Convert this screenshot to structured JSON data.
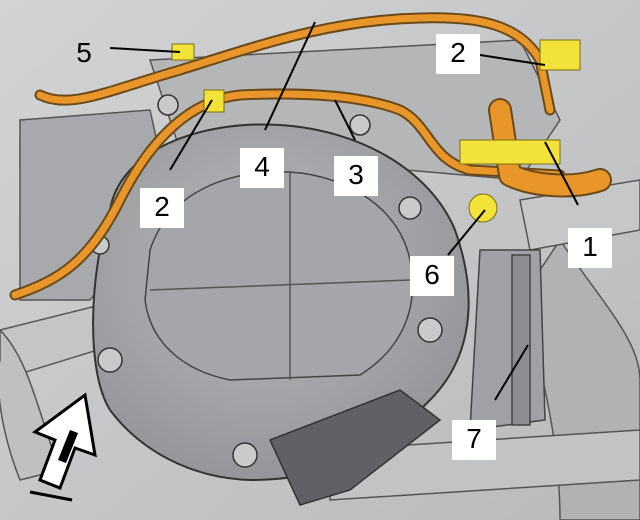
{
  "diagram": {
    "callouts": [
      {
        "id": "c1",
        "text": "1"
      },
      {
        "id": "c2a",
        "text": "2"
      },
      {
        "id": "c2b",
        "text": "2"
      },
      {
        "id": "c3",
        "text": "3"
      },
      {
        "id": "c4",
        "text": "4"
      },
      {
        "id": "c5",
        "text": "5"
      },
      {
        "id": "c6",
        "text": "6"
      },
      {
        "id": "c7",
        "text": "7"
      }
    ]
  },
  "colors": {
    "hose_orange": "#e8962a",
    "hose_outline": "#6b4a1a",
    "clip_yellow": "#f2e23a",
    "housing_gray": "#a9abad",
    "housing_dark": "#7d7f82",
    "background_gray": "#c8c9cb",
    "leader_line": "#000000",
    "label_bg": "#ffffff"
  },
  "icons": {
    "view_arrow": "front-direction-arrow-icon"
  }
}
